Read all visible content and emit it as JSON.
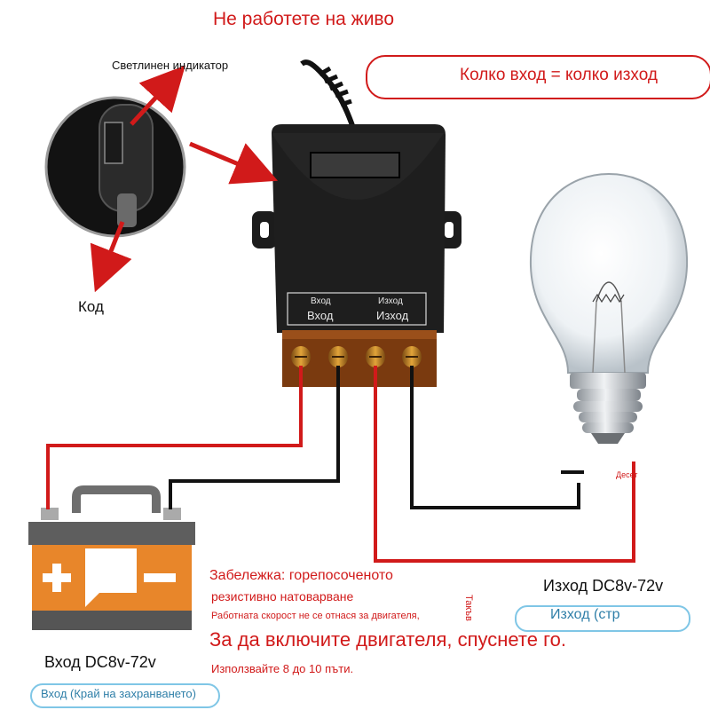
{
  "header": {
    "warning": "Не работете на живо"
  },
  "callout": {
    "text": "Колко вход = колко изход"
  },
  "zoom": {
    "indicator_label": "Светлинен индикатор",
    "code_label": "Код"
  },
  "device": {
    "terminal_in": "Вход",
    "terminal_out": "Изход",
    "terminal_in_big": "Вход",
    "terminal_out_big": "Изход"
  },
  "battery": {
    "label": "Вход DC8v-72v",
    "pill": "Вход (Край на захранването)"
  },
  "load": {
    "label": "Изход DC8v-72v",
    "pill": "Изход (стр",
    "minus_label": "Десет",
    "side_label": "Такъв"
  },
  "notes": {
    "line1": "Забележка: горепосоченото",
    "line2": "резистивно натоварване",
    "line3": "Работната скорост не се отнася за двигателя,",
    "line4": "За да включите двигателя, спуснете го.",
    "line5": "Използвайте 8 до 10 пъти."
  },
  "colors": {
    "accent": "#d11a1a",
    "wire_black": "#111111",
    "battery_orange": "#e8862a",
    "callout_blue": "#7fc6e6"
  },
  "icons": [
    "bulb-icon",
    "battery-icon",
    "relay-module-icon",
    "antenna-icon",
    "arrow-icon"
  ]
}
